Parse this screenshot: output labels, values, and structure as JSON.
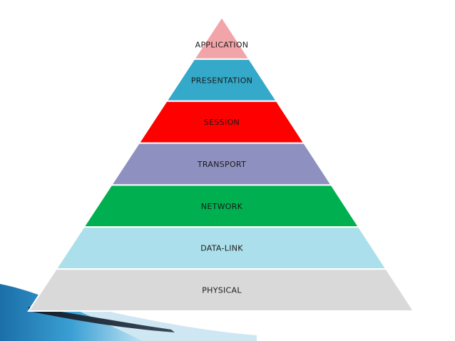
{
  "pyramid": {
    "layers": [
      {
        "label": "APPLICATION",
        "color": "#f2a5a8"
      },
      {
        "label": "PRESENTATION",
        "color": "#34a9c9"
      },
      {
        "label": "SESSION",
        "color": "#ff0000"
      },
      {
        "label": "TRANSPORT",
        "color": "#8e90bf"
      },
      {
        "label": "NETWORK",
        "color": "#00b050"
      },
      {
        "label": "DATA-LINK",
        "color": "#abdfeb"
      },
      {
        "label": "PHYSICAL",
        "color": "#d9d9d9"
      }
    ],
    "separator_color": "#ffffff"
  },
  "decoration": {
    "swoosh_dark": "#1f2f3f",
    "swoosh_blue": "#2e86c1",
    "swoosh_light": "#9fcde6"
  }
}
